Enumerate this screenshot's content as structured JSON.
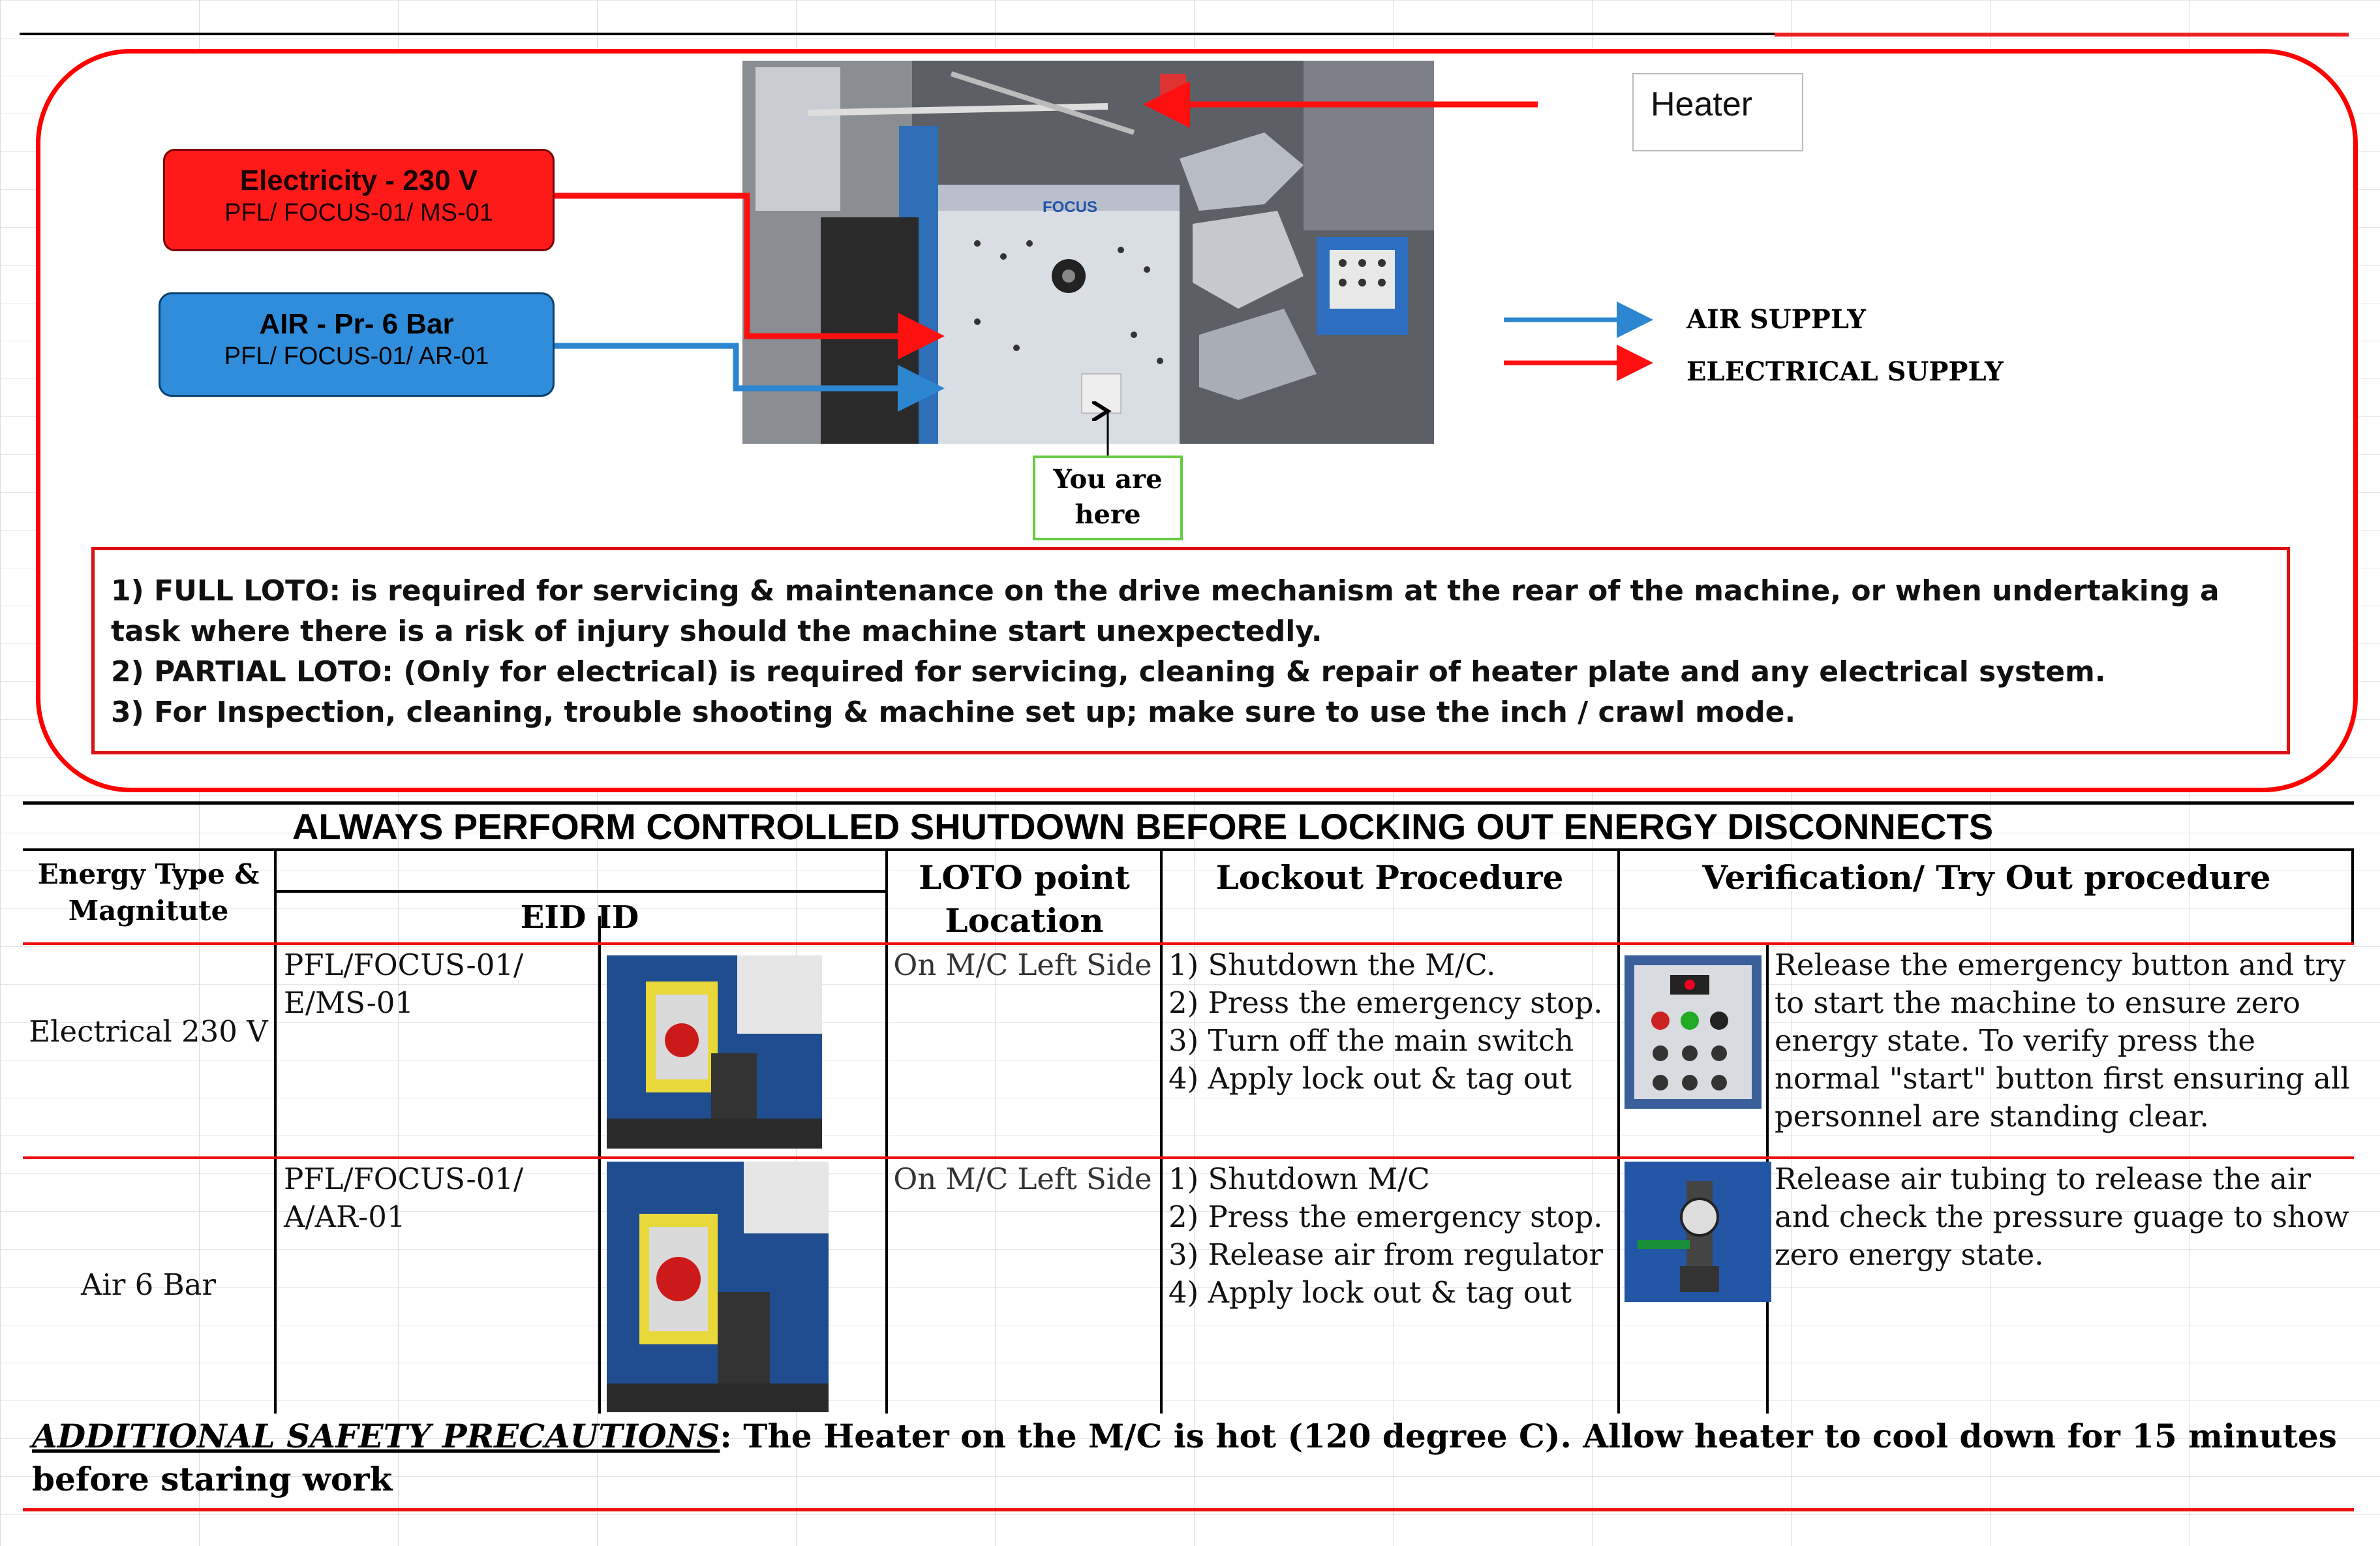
{
  "diagram": {
    "electricity_box": {
      "title": "Electricity - 230 V",
      "sub": "PFL/ FOCUS-01/  MS-01"
    },
    "air_box": {
      "title": "AIR - Pr- 6 Bar",
      "sub": "PFL/ FOCUS-01/  AR-01"
    },
    "heater_label": "Heater",
    "legend": {
      "air": "AIR SUPPLY",
      "electrical": "ELECTRICAL SUPPLY",
      "air_color": "#2d86d0",
      "electrical_color": "#ff1010"
    },
    "you_are_here": "You are here",
    "machine_logo": "FOCUS"
  },
  "notes": [
    "1) FULL LOTO: is required for servicing & maintenance on the drive mechanism at the rear of the machine, or when undertaking a task where there is a risk of injury should the machine start unexpectedly.",
    "2) PARTIAL LOTO:  (Only for electrical) is required  for servicing, cleaning & repair of heater plate and any electrical system.",
    "3) For Inspection, cleaning, trouble shooting & machine set up; make sure to use the inch / crawl mode."
  ],
  "banner": "ALWAYS PERFORM CONTROLLED SHUTDOWN BEFORE LOCKING OUT ENERGY DISCONNECTS",
  "table": {
    "headers": {
      "energy_type": "Energy Type & Magnitute",
      "eid": "EID ID",
      "loto_point": "LOTO point Location",
      "lockout": "Lockout Procedure",
      "verification": "Verification/ Try Out procedure"
    },
    "rows": [
      {
        "energy": "Electrical 230 V",
        "eid": "PFL/FOCUS-01/ E/MS-01",
        "location": "On M/C Left Side",
        "lockout": [
          "1) Shutdown the M/C.",
          "2) Press the emergency stop.                    3) Turn off the main switch",
          "4) Apply lock out & tag out"
        ],
        "verification": "Release the emergency button and try to start the machine to ensure zero energy state.  To verify press the normal \"start\" button first ensuring all personnel are standing clear."
      },
      {
        "energy": "Air  6 Bar",
        "eid": "PFL/FOCUS-01/ A/AR-01",
        "location": "On M/C Left Side",
        "lockout": [
          "1) Shutdown M/C",
          "2) Press the emergency stop. 3) Release air from regulator",
          "4) Apply lock out & tag out"
        ],
        "verification": "Release air tubing to release the air and check the pressure guage to show zero energy state."
      }
    ]
  },
  "footer": {
    "label": "ADDITIONAL SAFETY PRECAUTIONS",
    "text": "The Heater on the M/C is hot (120 degree C). Allow heater to cool down for 15 minutes before staring work"
  },
  "colors": {
    "border_red": "#ff0000",
    "elec_red": "#ff1a1a",
    "air_blue": "#2f8ddb"
  }
}
